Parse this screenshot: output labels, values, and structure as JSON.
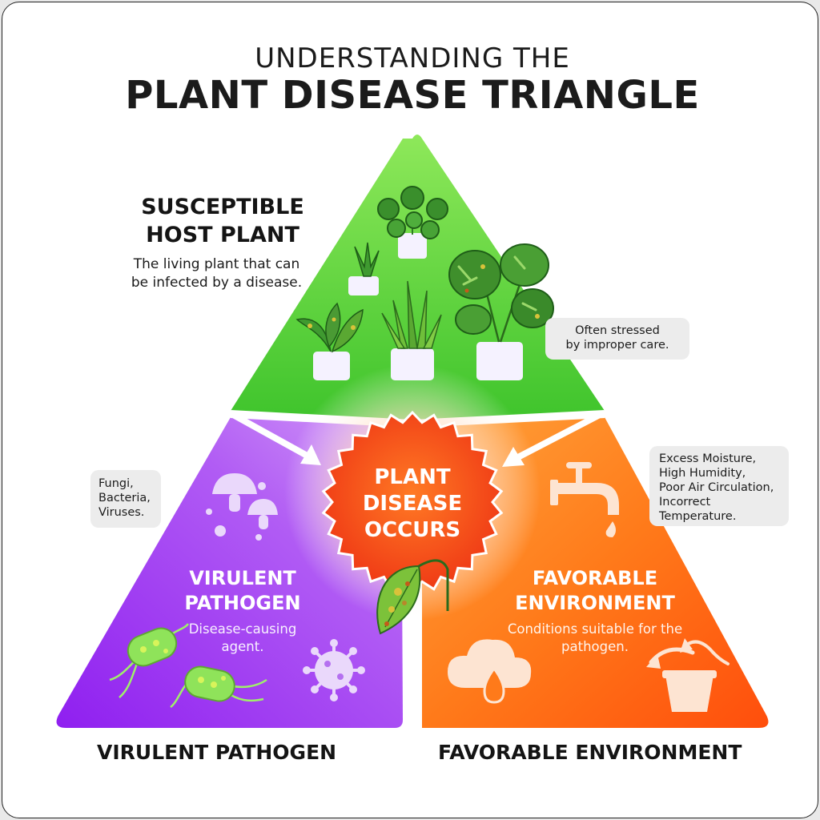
{
  "header": {
    "title_line1": "UNDERSTANDING THE",
    "title_line2": "PLANT DISEASE TRIANGLE"
  },
  "host": {
    "title": "SUSCEPTIBLE\nHOST PLANT",
    "description": "The living plant that can be infected by a disease.",
    "callout": "Often stressed\nby improper care."
  },
  "center": {
    "label": "PLANT\nDISEASE\nOCCURS"
  },
  "pathogen": {
    "title": "VIRULENT\nPATHOGEN",
    "description": "Disease-causing agent.",
    "callout": "Fungi,\nBacteria,\nViruses.",
    "bottom_label": "VIRULENT PATHOGEN"
  },
  "environment": {
    "title": "FAVORABLE\nENVIRONMENT",
    "description": "Conditions suitable for the pathogen.",
    "callout": "Excess Moisture,\nHigh Humidity,\nPoor Air Circulation,\nIncorrect\nTemperature.",
    "bottom_label": "FAVORABLE ENVIRONMENT"
  },
  "icons": {
    "host": [
      "potted-plant-icon",
      "monstera-plant-icon",
      "snake-plant-icon",
      "succulent-icon",
      "pothos-plant-icon"
    ],
    "pathogen": [
      "mushroom-icon",
      "bacteria-icon",
      "virus-icon"
    ],
    "environment": [
      "water-faucet-icon",
      "rain-cloud-icon",
      "flowerpot-airflow-icon"
    ],
    "center": [
      "diseased-leaf-icon"
    ]
  },
  "colors": {
    "host_green": "#5ed43a",
    "pathogen_purple": "#a53cf0",
    "environment_orange": "#ff6a12",
    "center_red": "#f0441a"
  }
}
